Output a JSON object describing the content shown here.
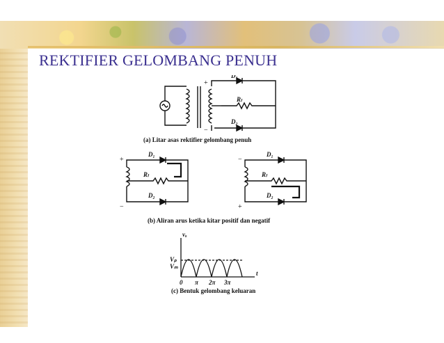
{
  "slide": {
    "title": "REKTIFIER GELOMBANG PENUH"
  },
  "figure": {
    "caption_a": "(a)   Litar asas rektifier gelombang penuh",
    "caption_b": "(b)   Aliran arus ketika kitar positif dan negatif",
    "caption_c": "(c)   Bentuk gelombang keluaran",
    "labels": {
      "d1": "D₁",
      "d2": "D₂",
      "rl": "Rₗ",
      "plus": "+",
      "minus": "−",
      "vo": "vₒ",
      "vp": "Vₚ",
      "vm": "Vₘ",
      "t": "t",
      "x0": "0",
      "xpi": "π",
      "x2pi": "2π",
      "x3pi": "3π"
    }
  }
}
